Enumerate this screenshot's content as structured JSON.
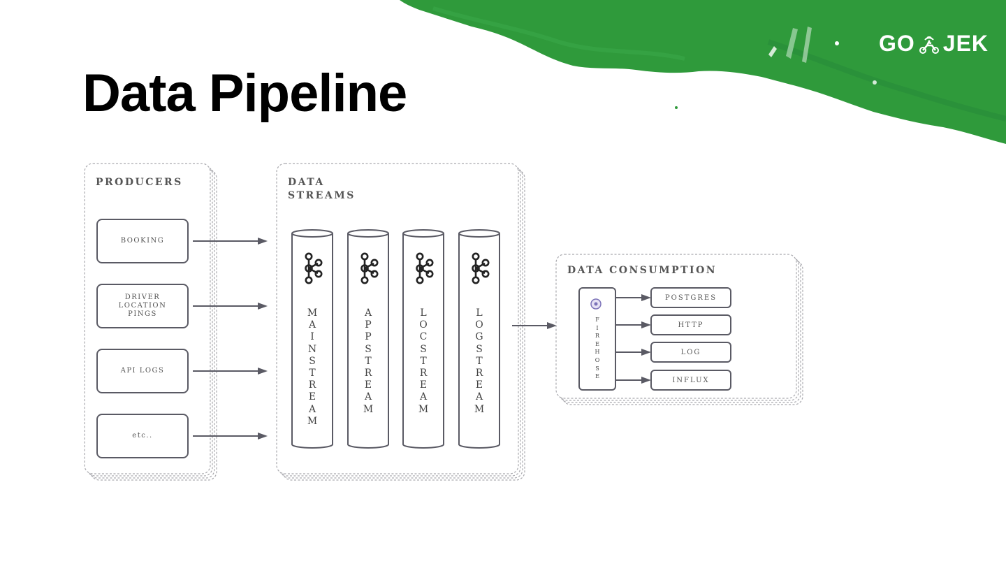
{
  "slide": {
    "title": "Data Pipeline",
    "logo": "GO JEK",
    "brand_green": "#2f9a3b",
    "icon_color": "#222222",
    "line_color": "#5a5a64"
  },
  "diagram": {
    "producers": {
      "label": "PRODUCERS",
      "items": [
        [
          "BOOKING"
        ],
        [
          "DRIVER",
          "LOCATION",
          "PINGS"
        ],
        [
          "API LOGS"
        ],
        [
          "etc.."
        ]
      ]
    },
    "data_streams": {
      "label": [
        "DATA",
        "STREAMS"
      ],
      "icon": "kafka-icon",
      "streams": [
        "MAINSTREAM",
        "APPSTREAM",
        "LOCSTREAM",
        "LOGSTREAM"
      ]
    },
    "data_consumption": {
      "label": "DATA CONSUMPTION",
      "firehose": "FIREHOSE",
      "icon": "firehose-icon",
      "outputs": [
        "POSTGRES",
        "HTTP",
        "LOG",
        "INFLUX"
      ]
    }
  }
}
